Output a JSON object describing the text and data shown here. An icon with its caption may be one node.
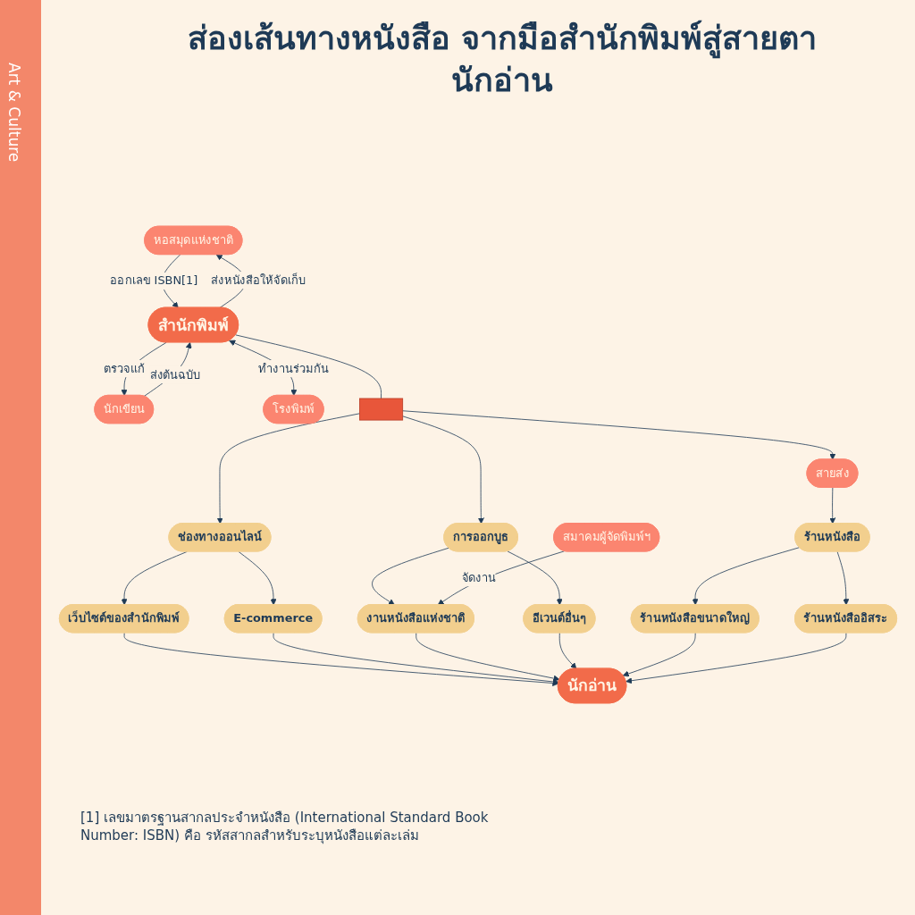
{
  "diagram": {
    "title": "ส่องเส้นทางหนังสือ จากมือสำนักพิมพ์สู่สายตานักอ่าน",
    "nodes": [
      {
        "text": [
          "หอสมุดแห่งชาติ"
        ]
      },
      {
        "text": [
          "นักเขียน"
        ]
      },
      {
        "text": [
          "สำนักพิมพ์"
        ]
      },
      {
        "text": [
          "โรงพิมพ์"
        ]
      },
      {
        "text": [],
        "shape": "box"
      },
      {
        "text": [
          "สายส่ง"
        ]
      },
      {
        "text": [
          "ช่องทางออนไลน์"
        ]
      },
      {
        "text": [
          "การออกบูธ"
        ]
      },
      {
        "text": [
          "ร้านหนังสือ"
        ]
      },
      {
        "text": [
          "เว็บไซต์ของสำนักพิมพ์"
        ]
      },
      {
        "text": [
          "E-commerce"
        ]
      },
      {
        "text": [
          "งานหนังสือแห่งชาติ"
        ]
      },
      {
        "text": [
          "สมาคมผู้จัดพิมพ์ฯ"
        ]
      },
      {
        "text": [
          "อีเวนต์อื่นๆ"
        ]
      },
      {
        "text": [
          "ร้านหนังสือขนาดใหญ่"
        ]
      },
      {
        "text": [
          "ร้านหนังสืออิสระ"
        ]
      },
      {
        "text": [
          "นักอ่าน"
        ]
      }
    ],
    "edges": [
      {
        "from": 0,
        "to": 2,
        "arrow": "to",
        "label": "ออกเลข ISBN[1]"
      },
      {
        "from": 2,
        "to": 0,
        "arrow": "to",
        "label": "ส่งหนังสือให้จัดเก็บ"
      },
      {
        "from": 2,
        "to": 1,
        "arrow": "to",
        "label": "ตรวจแก้"
      },
      {
        "from": 1,
        "to": 2,
        "arrow": "to",
        "label": "ส่งต้นฉบับ"
      },
      {
        "from": 2,
        "to": 3,
        "arrow": "both",
        "label": "ทำงานร่วมกัน"
      },
      {
        "from": 2,
        "to": 4,
        "arrow": "none"
      },
      {
        "from": 4,
        "to": 6,
        "arrow": "to"
      },
      {
        "from": 4,
        "to": 7,
        "arrow": "to"
      },
      {
        "from": 4,
        "to": 5,
        "arrow": "to"
      },
      {
        "from": 5,
        "to": 8,
        "arrow": "to"
      },
      {
        "from": 6,
        "to": 9,
        "arrow": "to"
      },
      {
        "from": 6,
        "to": 10,
        "arrow": "to"
      },
      {
        "from": 7,
        "to": 11,
        "arrow": "to"
      },
      {
        "from": 12,
        "to": 11,
        "arrow": "to",
        "label": "จัดงาน"
      },
      {
        "from": 7,
        "to": 13,
        "arrow": "to"
      },
      {
        "from": 8,
        "to": 14,
        "arrow": "to"
      },
      {
        "from": 8,
        "to": 15,
        "arrow": "to"
      },
      {
        "from": 9,
        "to": 16,
        "arrow": "to"
      },
      {
        "from": 10,
        "to": 16,
        "arrow": "to"
      },
      {
        "from": 11,
        "to": 16,
        "arrow": "to"
      },
      {
        "from": 13,
        "to": 16,
        "arrow": "to"
      },
      {
        "from": 14,
        "to": 16,
        "arrow": "to"
      },
      {
        "from": 15,
        "to": 16,
        "arrow": "to"
      }
    ],
    "labels": [
      "Art & Culture",
      "[1] เลขมาตรฐานสากลประจำหนังสือ (International Standard Book Number: ISBN) คือ รหัสสากลสำหรับระบุหนังสือแต่ละเล่ม"
    ]
  }
}
